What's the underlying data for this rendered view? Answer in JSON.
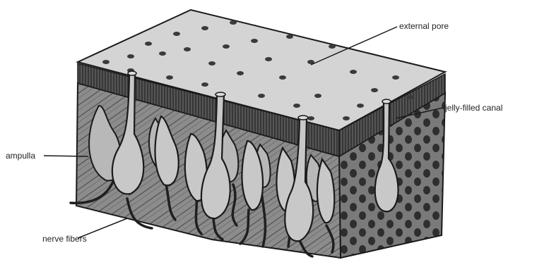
{
  "labels": {
    "external_pore": "external pore",
    "jelly_filled_canal": "jelly-filled canal",
    "ampulla": "ampulla",
    "nerve_fibers": "nerve fibers"
  },
  "colors": {
    "top_surface": "#d2d2d2",
    "surface_band": "#4a4a4a",
    "interior": "#8a8a8a",
    "ampulla_fill": "#c4c4c4",
    "spots": "#333333",
    "outline": "#1a1a1a"
  }
}
